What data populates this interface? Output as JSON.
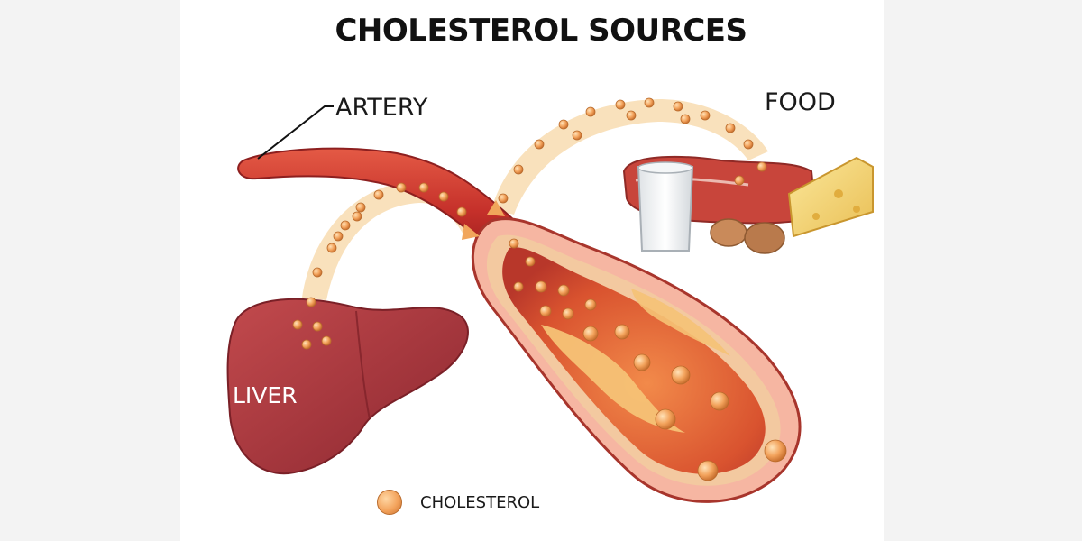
{
  "title": "CHOLESTEROL SOURCES",
  "labels": {
    "artery": "ARTERY",
    "food": "FOOD",
    "liver": "LIVER"
  },
  "legend": {
    "label": "CHOLESTEROL",
    "icon": "cholesterol-particle-icon"
  },
  "colors": {
    "artery": "#c93a2f",
    "liver": "#a9343a",
    "plaque": "#f5c276",
    "particle": "#f3a35c",
    "flow_band": "#f8dcb0"
  }
}
